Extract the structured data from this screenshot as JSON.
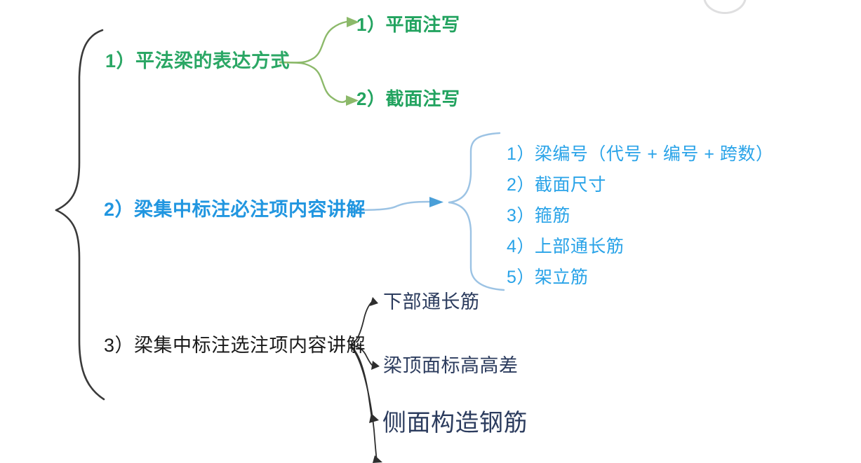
{
  "page": {
    "title": "平法梁集中标注内容讲解 思维导图",
    "background_color": "#ffffff"
  },
  "colors": {
    "green": "#2ba765",
    "green_leaf": "#22a35f",
    "green_wire": "#8cb96a",
    "blue": "#2196e0",
    "blue_leaf": "#29a3e8",
    "blue_wire": "#9cc3e4",
    "navy_leaf": "#2c3c5e",
    "dark": "#1a1a1a",
    "brace": "#3a3a3a"
  },
  "branches": [
    {
      "index": "1）",
      "label": "1）平法梁的表达方式",
      "color_key": "green",
      "children": [
        {
          "label": "1）平面注写"
        },
        {
          "label": "2）截面注写"
        }
      ]
    },
    {
      "index": "2）",
      "label": "2）梁集中标注必注项内容讲解",
      "color_key": "blue",
      "children": [
        {
          "label": "1）梁编号（代号 + 编号 + 跨数）"
        },
        {
          "label": "2）截面尺寸"
        },
        {
          "label": "3）箍筋"
        },
        {
          "label": "4）上部通长筋"
        },
        {
          "label": "5）架立筋"
        }
      ]
    },
    {
      "index": "3）",
      "label": "3）梁集中标注选注项内容讲解",
      "color_key": "dark",
      "children": [
        {
          "label": "下部通长筋"
        },
        {
          "label": "梁顶面标高高差"
        },
        {
          "label": "侧面构造钢筋"
        }
      ]
    }
  ]
}
